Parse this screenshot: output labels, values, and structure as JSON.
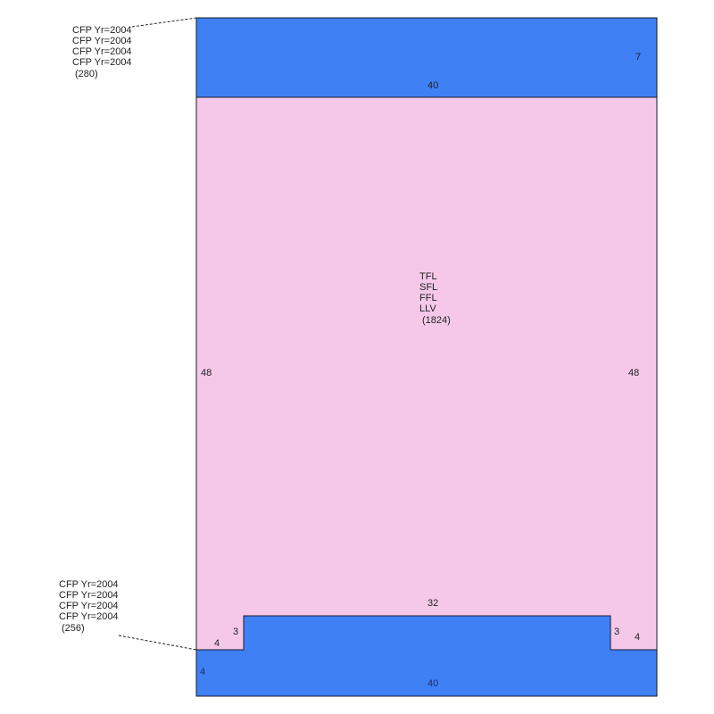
{
  "colors": {
    "garage_fill": "#4080f5",
    "living_fill": "#f5c8ea",
    "outline": "#1a1a2a"
  },
  "areas": [
    {
      "id": "top-porch",
      "labels": [
        "CFP Yr=2004",
        "CFP Yr=2004",
        "CFP Yr=2004",
        "CFP Yr=2004"
      ],
      "area": "(280)",
      "dims": {
        "top_right": "7",
        "bottom": "40"
      }
    },
    {
      "id": "main-living",
      "labels": [
        "TFL",
        "SFL",
        "FFL",
        "LLV"
      ],
      "area": "(1824)",
      "dims": {
        "left": "48",
        "right": "48",
        "bottom": "32",
        "notch_left_h": "3",
        "notch_left_w": "4",
        "notch_right_h": "3",
        "notch_right_w": "4"
      }
    },
    {
      "id": "bottom-porch",
      "labels": [
        "CFP Yr=2004",
        "CFP Yr=2004",
        "CFP Yr=2004",
        "CFP Yr=2004"
      ],
      "area": "(256)",
      "dims": {
        "left": "4",
        "bottom": "40"
      }
    }
  ]
}
